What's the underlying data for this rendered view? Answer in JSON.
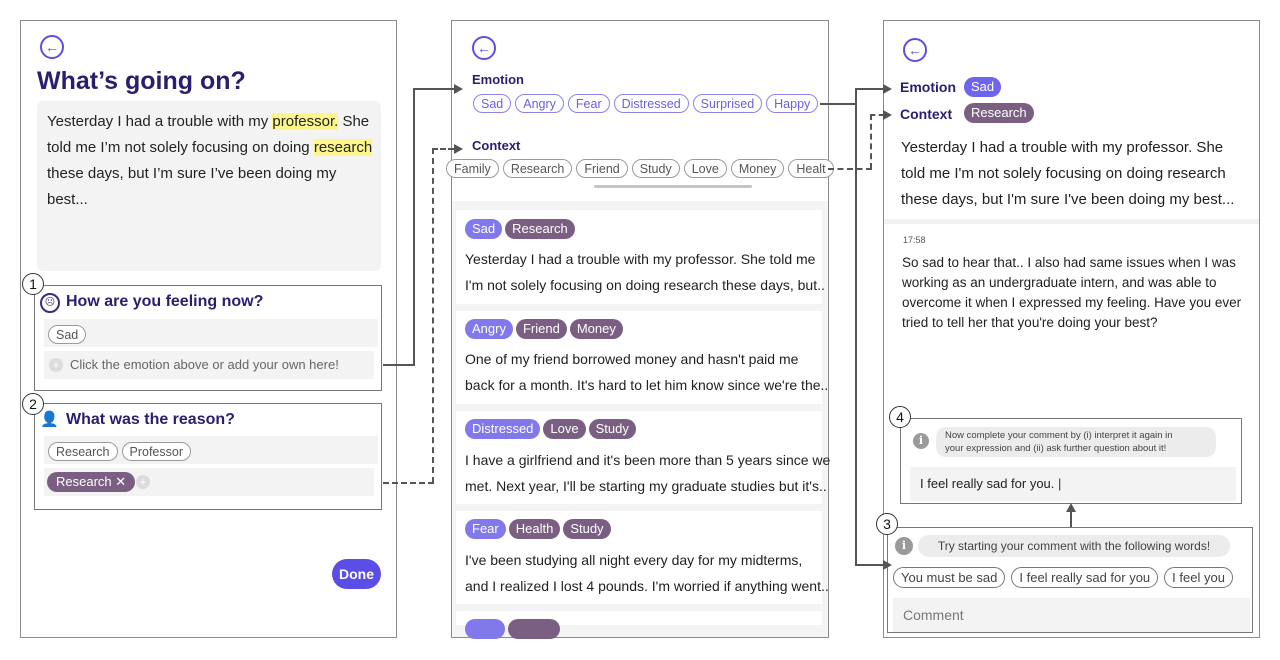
{
  "panel1": {
    "title": "What’s going on?",
    "story": {
      "part1": "Yesterday I had a trouble with my ",
      "hl1": "professor.",
      "part2": " She told me I’m not solely focusing on doing ",
      "hl2": "research",
      "part3": " these days, but I’m sure I’ve been doing my best..."
    },
    "feeling": {
      "number": "1",
      "icon": "sad-face-icon",
      "title": "How are you feeling now?",
      "chip": "Sad",
      "placeholder": "Click the emotion above or add your own here!"
    },
    "reason": {
      "number": "2",
      "icon": "user-check-icon",
      "title": "What was the reason?",
      "chips": [
        "Research",
        "Professor"
      ],
      "selected": "Research"
    },
    "done_label": "Done"
  },
  "panel2": {
    "emotion_label": "Emotion",
    "emotions": [
      "Sad",
      "Angry",
      "Fear",
      "Distressed",
      "Surprised",
      "Happy"
    ],
    "context_label": "Context",
    "contexts": [
      "Family",
      "Research",
      "Friend",
      "Study",
      "Love",
      "Money",
      "Healt"
    ],
    "posts": [
      {
        "emotion_tags": [
          "Sad"
        ],
        "context_tags": [
          "Research"
        ],
        "line1": "Yesterday I had a trouble with my professor. She told me",
        "line2": "I'm not solely focusing on doing research these days, but.."
      },
      {
        "emotion_tags": [
          "Angry"
        ],
        "context_tags": [
          "Friend",
          "Money"
        ],
        "line1": "One of my friend borrowed money and hasn't paid me",
        "line2": "back for a month. It's hard to let him know since we're the.."
      },
      {
        "emotion_tags": [
          "Distressed"
        ],
        "context_tags": [
          "Love",
          "Study"
        ],
        "line1": "I have a girlfriend and it's been more than 5 years since we",
        "line2": "met. Next year, I'll be starting my graduate studies but it's.."
      },
      {
        "emotion_tags": [
          "Fear"
        ],
        "context_tags": [
          "Health",
          "Study"
        ],
        "line1": "I've been studying all night every day for my midterms,",
        "line2": "and I realized I lost 4 pounds. I'm worried if anything went.."
      }
    ]
  },
  "panel3": {
    "emotion_label": "Emotion",
    "emotion_tag": "Sad",
    "context_label": "Context",
    "context_tag": "Research",
    "story_lines": [
      "Yesterday I had a trouble with my professor. She",
      "told me I'm not solely focusing on doing research",
      "these days, but I'm sure I've been doing my best..."
    ],
    "time": "17:58",
    "reply_lines": [
      "So sad to hear that.. I also had same issues when I was",
      "working as an undergraduate intern, and was able to",
      "overcome it when I expressed my feeling. Have you ever",
      "tried to tell her that you're doing your best?"
    ],
    "box4": {
      "number": "4",
      "hint_line1": "Now complete your comment by (i) interpret it again in",
      "hint_line2": "your expression and (ii) ask further question about it!",
      "input_value": "I feel really sad for you."
    },
    "box3": {
      "number": "3",
      "hint": "Try starting your comment with the following words!",
      "suggestions": [
        "You must be sad",
        "I feel really sad for you",
        "I feel you"
      ],
      "placeholder": "Comment"
    }
  },
  "colors": {
    "accent": "#5b4ee6",
    "emotion": "#8178ea",
    "context": "#7a5f82",
    "highlight": "#fdf68b"
  }
}
